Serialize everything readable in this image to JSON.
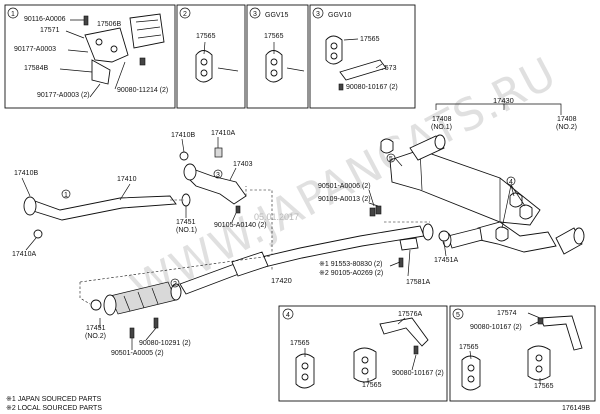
{
  "watermark": {
    "site": "WWW.JAPANCATS.RU",
    "date": "05.01.2017"
  },
  "diagram_id": "176149B",
  "footnotes": [
    "※1 JAPAN SOURCED PARTS",
    "※2 LOCAL SOURCED PARTS"
  ],
  "insets": {
    "i1": {
      "num": "1",
      "labels": [
        "90116-A0006",
        "17571",
        "17506B",
        "90177-A0003",
        "17584B",
        "90177-A0003 (2)",
        "90080-11214 (2)"
      ]
    },
    "i2": {
      "num": "2",
      "labels": [
        "17565"
      ]
    },
    "i3a": {
      "num": "3",
      "title": "GGV15",
      "labels": [
        "17565"
      ]
    },
    "i3b": {
      "num": "3",
      "title": "GGV10",
      "labels": [
        "17565",
        "17573",
        "90080-10167 (2)"
      ]
    },
    "i4": {
      "num": "4",
      "labels": [
        "17565",
        "17576A",
        "17565",
        "90080-10167 (2)"
      ]
    },
    "i5": {
      "num": "5",
      "labels": [
        "17574",
        "90080-10167 (2)",
        "17565",
        "17565"
      ]
    }
  },
  "main_labels": {
    "p17430": "17430",
    "p17408a": "17408",
    "p17408a_sub": "(NO.1)",
    "p17408b": "17408",
    "p17408b_sub": "(NO.2)",
    "p17410b_a": "17410B",
    "p17410a_a": "17410A",
    "p17403": "17403",
    "p17410b_b": "17410B",
    "p17410": "17410",
    "p90501a": "90501-A0006 (2)",
    "p90109": "90109-A0013 (2)",
    "p17451a": "17451",
    "p17451a_sub": "(NO.1)",
    "p90105a": "90105-A0140 (2)",
    "p17410a_b": "17410A",
    "p17451b": "17451A",
    "p91553": "※1 91553-80830 (2)",
    "p90105b": "※2 90105-A0269 (2)",
    "p17420": "17420",
    "p17581": "17581A",
    "p17451c": "17451",
    "p17451c_sub": "(NO.2)",
    "p90080": "90080-10291 (2)",
    "p90501b": "90501-A0005 (2)"
  },
  "callouts": [
    "1",
    "2",
    "3",
    "4",
    "5"
  ]
}
